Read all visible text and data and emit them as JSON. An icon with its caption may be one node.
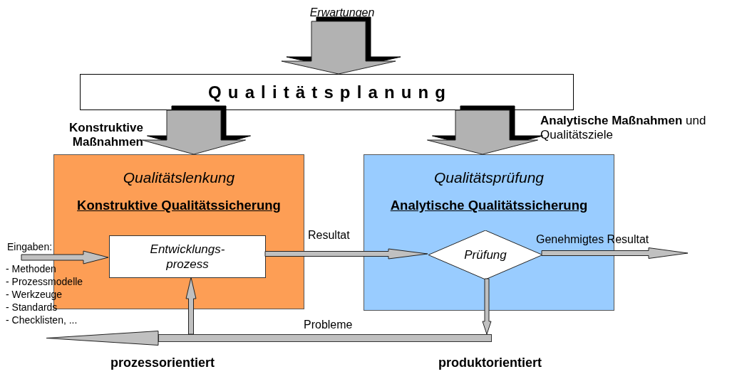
{
  "diagram": {
    "nodes": [
      {
        "text": [
          "Erwartungen"
        ]
      },
      {
        "text": [
          "Qualitätsplanung"
        ]
      },
      {
        "text": [
          "Qualitätslenkung",
          "Konstruktive Qualitätssicherung"
        ]
      },
      {
        "text": [
          "Entwicklungs- prozess"
        ],
        "in": 2
      },
      {
        "text": [
          "Qualitätsprüfung",
          "Analytische Qualitätssicherung"
        ]
      },
      {
        "text": [
          "Prüfung"
        ],
        "in": 4
      },
      {
        "text": [],
        "shape": "bar",
        "beside": [
          "Probleme"
        ]
      }
    ],
    "edges": [
      {
        "from": 0,
        "to": 1,
        "arrow": "to",
        "style": "thick"
      },
      {
        "from": 1,
        "to": 2,
        "arrow": "to",
        "style": "thick",
        "label": "Konstruktive Maßnahmen"
      },
      {
        "from": 1,
        "to": 4,
        "arrow": "to",
        "style": "thick",
        "label": "**Analytische Maßnahmen** und Qualitätsziele"
      },
      {
        "from": null,
        "to": 3,
        "arrow": "to",
        "label": "Eingaben:"
      },
      {
        "from": 3,
        "to": 5,
        "arrow": "to",
        "label": "Resultat"
      },
      {
        "from": 5,
        "to": null,
        "arrow": "to",
        "label": "Genehmigtes Resultat"
      },
      {
        "from": 5,
        "to": 6,
        "arrow": "to"
      },
      {
        "from": 6,
        "to": null,
        "arrow": "to"
      },
      {
        "from": 6,
        "to": 3,
        "arrow": "to"
      }
    ],
    "labels": [
      "- Methoden",
      "- Prozessmodelle",
      "- Werkzeuge",
      "- Standards",
      "- Checklisten, ...",
      "prozessorientiert",
      "produktorientiert"
    ]
  }
}
